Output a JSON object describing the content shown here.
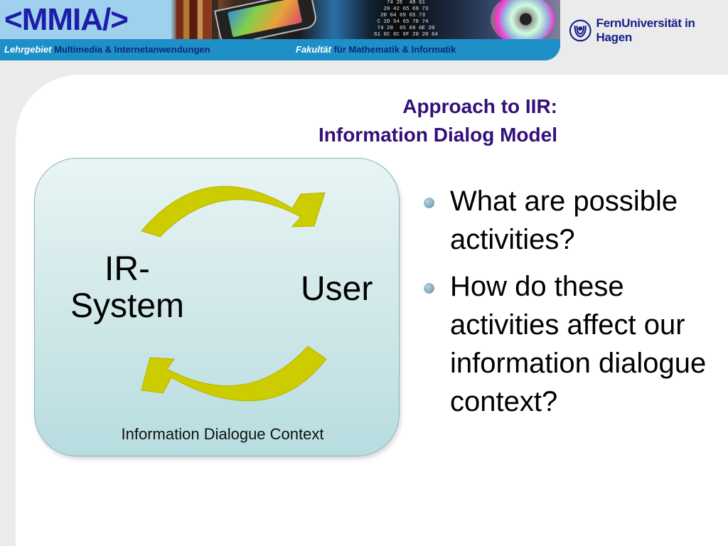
{
  "header": {
    "logo_text": "<MMIA/>",
    "hex_text": "    74 2E  48 61\n   20 42 65 69 73\n  20 64 69 65 73\n C 2D 54 65 78 74\n 74 20  65 69 6E 20\n61 6C 6C 6F 20 20 64",
    "bar_left_key": "Lehrgebiet",
    "bar_left_value": "Multimedia & Internetanwendungen",
    "bar_right_key": "Fakultät",
    "bar_right_value": "für Mathematik & Informatik",
    "university": "FernUniversität in Hagen"
  },
  "slide": {
    "title_line1": "Approach to IIR:",
    "title_line2": "Information Dialog Model"
  },
  "diagram": {
    "node_left_line1": "IR-",
    "node_left_line2": "System",
    "node_right": "User",
    "context_label": "Information Dialogue Context",
    "arrow_color": "#cccc00"
  },
  "bullets": [
    "What are possible activities?",
    "How do these activities affect our information dialogue context?"
  ],
  "colors": {
    "title": "#330f7a",
    "banner": "#1f8fc8",
    "bar_value": "#0a2a7a"
  }
}
